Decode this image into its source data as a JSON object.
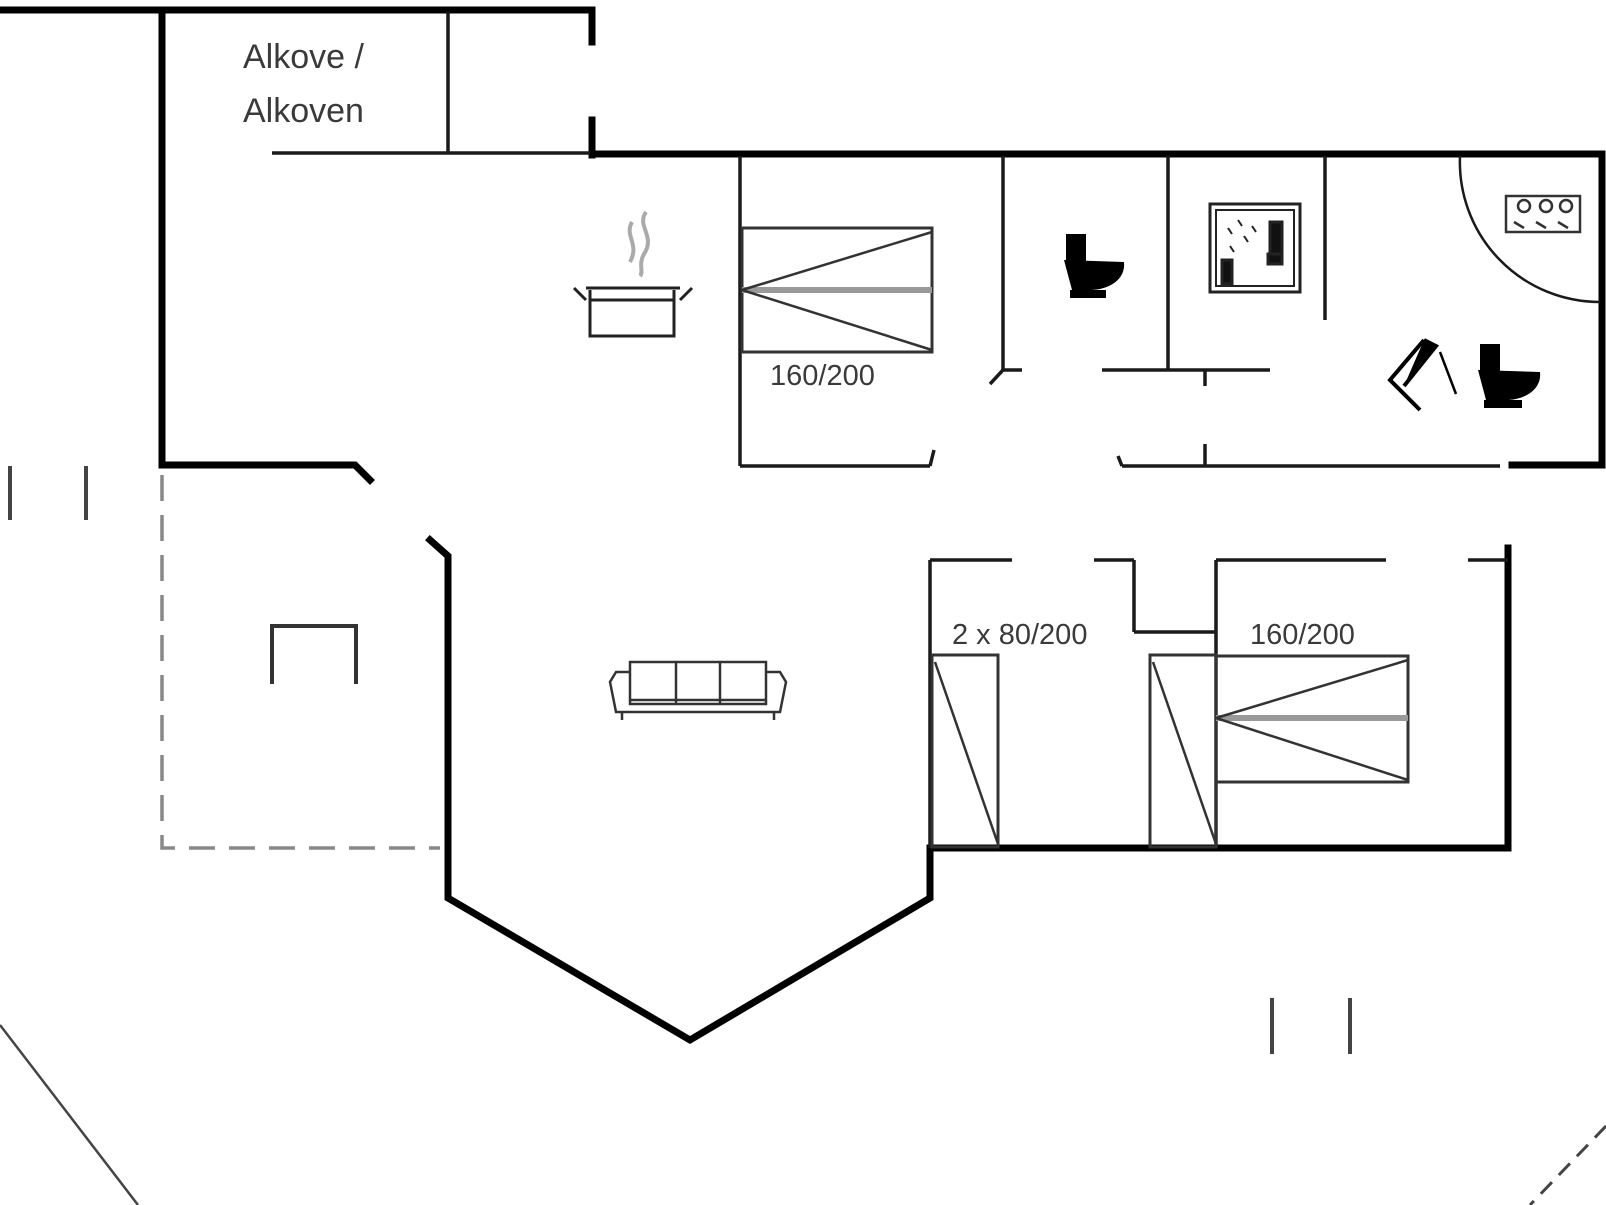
{
  "labels": {
    "alcove_line1": "Alkove /",
    "alcove_line2": "Alkoven",
    "bed_master": "160/200",
    "bed_twin": "2 x 80/200",
    "bed_third": "160/200"
  },
  "icons": [
    "pot-icon",
    "toilet-icon",
    "shower-icon",
    "sauna-icon",
    "washbasin-icon",
    "toilet-icon",
    "sofa-icon",
    "fireplace-icon"
  ],
  "colors": {
    "wall": "#000000",
    "fixture": "#1a1a1a",
    "grey": "#777777"
  }
}
